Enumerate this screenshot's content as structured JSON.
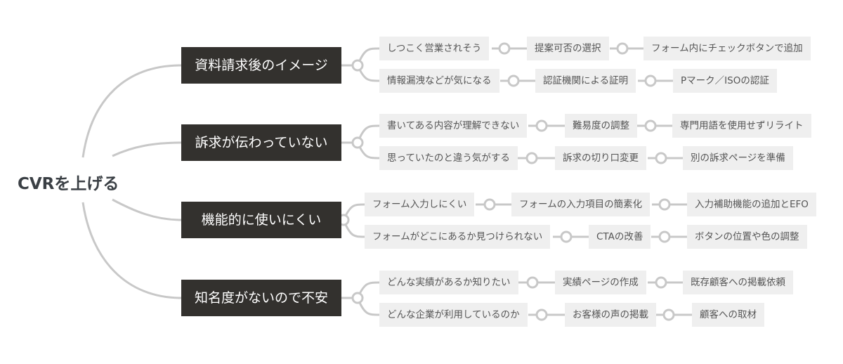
{
  "root": {
    "label": "CVRを上げる"
  },
  "branches": [
    {
      "label": "資料請求後のイメージ",
      "rows": [
        [
          "しつこく営業されそう",
          "提案可否の選択",
          "フォーム内にチェックボタンで追加"
        ],
        [
          "情報漏洩などが気になる",
          "認証機関による証明",
          "Pマーク／ISOの認証"
        ]
      ]
    },
    {
      "label": "訴求が伝わっていない",
      "rows": [
        [
          "書いてある内容が理解できない",
          "難易度の調整",
          "専門用語を使用せずリライト"
        ],
        [
          "思っていたのと違う気がする",
          "訴求の切り口変更",
          "別の訴求ページを準備"
        ]
      ]
    },
    {
      "label": "機能的に使いにくい",
      "rows": [
        [
          "フォーム入力しにくい",
          "フォームの入力項目の簡素化",
          "入力補助機能の追加とEFO"
        ],
        [
          "フォームがどこにあるか見つけられない",
          "CTAの改善",
          "ボタンの位置や色の調整"
        ]
      ]
    },
    {
      "label": "知名度がないので不安",
      "rows": [
        [
          "どんな実績があるか知りたい",
          "実績ページの作成",
          "既存顧客への掲載依頼"
        ],
        [
          "どんな企業が利用しているのか",
          "お客様の声の掲載",
          "顧客への取材"
        ]
      ]
    }
  ],
  "colors": {
    "branch_bg": "#33312e",
    "branch_text": "#ffffff",
    "leaf_bg": "#efefef",
    "leaf_text": "#555555",
    "connector": "#c8c8c8",
    "root_text": "#3a3f44"
  }
}
